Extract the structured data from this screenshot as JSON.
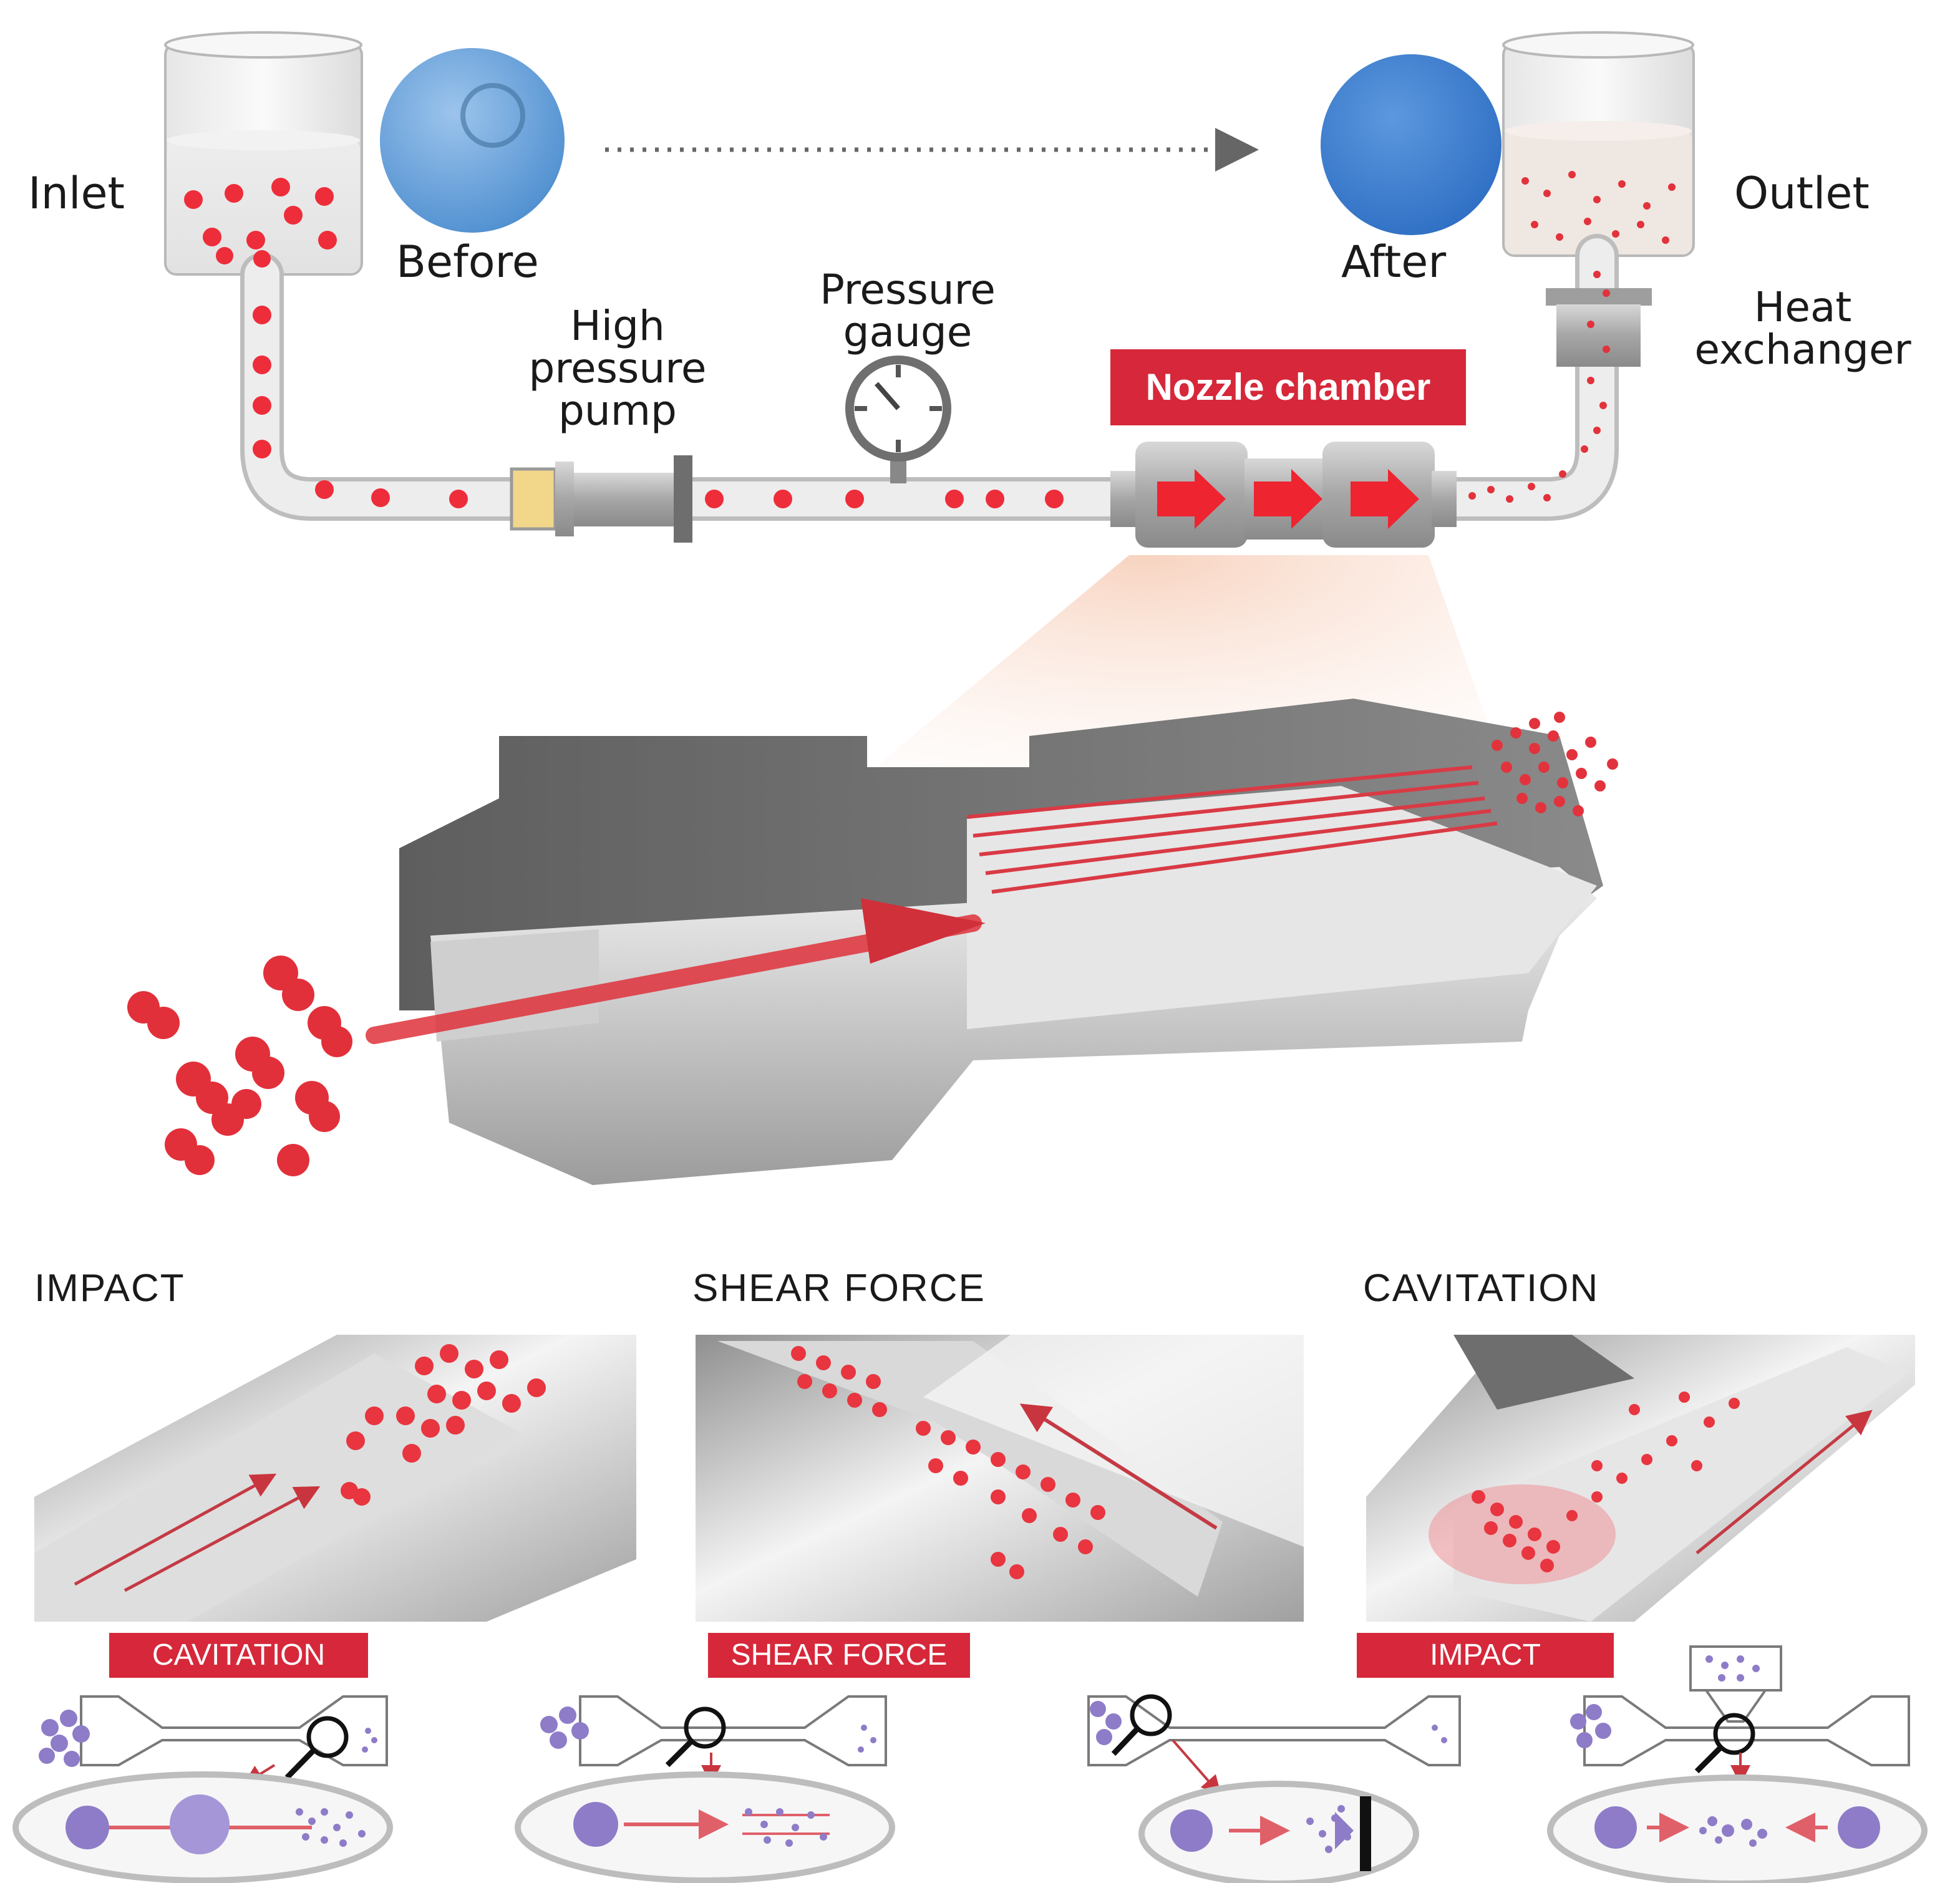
{
  "labels": {
    "inlet": "Inlet",
    "before": "Before",
    "after": "After",
    "outlet": "Outlet",
    "pump_line1": "High",
    "pump_line2": "pressure",
    "pump_line3": "pump",
    "gauge_line1": "Pressure",
    "gauge_line2": "gauge",
    "heat_line1": "Heat",
    "heat_line2": "exchanger",
    "nozzle": "Nozzle chamber"
  },
  "mechanisms": {
    "impact": "IMPACT",
    "shear": "SHEAR FORCE",
    "cavitation": "CAVITATION"
  },
  "badges": {
    "cavitation": "CAVITATION",
    "shear": "SHEAR FORCE",
    "impact": "IMPACT"
  },
  "colors": {
    "accent_red": "#d6283a",
    "particle_red": "#e8303a",
    "particle_purple": "#8e7cc8",
    "metal": "#b9b9b9",
    "blue_before": "#6fa8dc",
    "blue_after": "#3c7ed0"
  },
  "icons": [
    "beaker-icon",
    "gauge-icon",
    "pump-icon",
    "heat-exchanger-icon",
    "magnifier-icon"
  ]
}
